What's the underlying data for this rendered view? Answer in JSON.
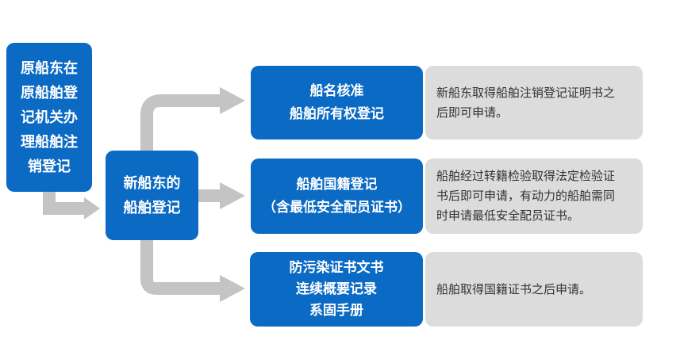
{
  "nodes": {
    "original_owner": {
      "lines": [
        "原船东在",
        "原船舶登",
        "记机关办",
        "理船舶注",
        "销登记"
      ]
    },
    "new_owner": {
      "lines": [
        "新船东的",
        "船舶登记"
      ]
    },
    "name_approval": {
      "lines": [
        "船名核准",
        "船舶所有权登记"
      ],
      "note": [
        "新船东取得船舶注销登记证明书之",
        "后即可申请。"
      ]
    },
    "nationality": {
      "lines": [
        "船舶国籍登记",
        "（含最低安全配员证书）"
      ],
      "note": [
        "船舶经过转籍检验取得法定检验证",
        "书后即可申请，有动力的船舶需同",
        "时申请最低安全配员证书。"
      ]
    },
    "pollution": {
      "lines": [
        "防污染证书文书",
        "连续概要记录",
        "系固手册"
      ],
      "note": [
        "船舶取得国籍证书之后申请。"
      ]
    }
  },
  "colors": {
    "blue_box": "#0b6ac4",
    "grey_box": "#dcdcdc",
    "arrow": "#c4c4c4",
    "box_text": "#ffffff",
    "note_text": "#333333"
  }
}
